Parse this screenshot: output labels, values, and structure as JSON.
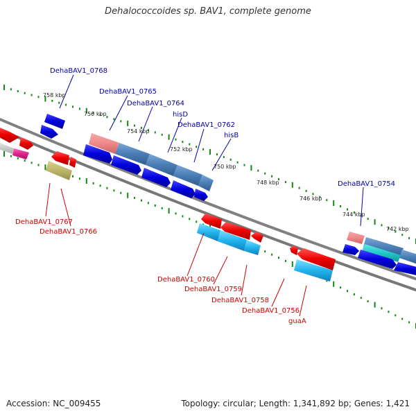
{
  "title": "Dehalococcoides sp. BAV1, complete genome",
  "footer": {
    "accession": "Accession: NC_009455",
    "summary": "Topology: circular; Length: 1,341,892 bp; Genes: 1,421"
  },
  "colors": {
    "forward_label": "#0000aa",
    "reverse_label": "#cc0000",
    "backbone": "#808080",
    "tick": "#118811"
  },
  "ticks": [
    "758 kbp",
    "756 kbp",
    "754 kbp",
    "752 kbp",
    "750 kbp",
    "748 kbp",
    "746 kbp",
    "744 kbp",
    "742 kbp"
  ],
  "forward_labels": [
    "DehaBAV1_0768",
    "DehaBAV1_0765",
    "DehaBAV1_0764",
    "hisD",
    "DehaBAV1_0762",
    "hisB",
    "DehaBAV1_0754"
  ],
  "reverse_labels": [
    "DehaBAV1_0767",
    "DehaBAV1_0766",
    "DehaBAV1_0760",
    "DehaBAV1_0759",
    "DehaBAV1_0758",
    "DehaBAV1_0756",
    "guaA"
  ]
}
